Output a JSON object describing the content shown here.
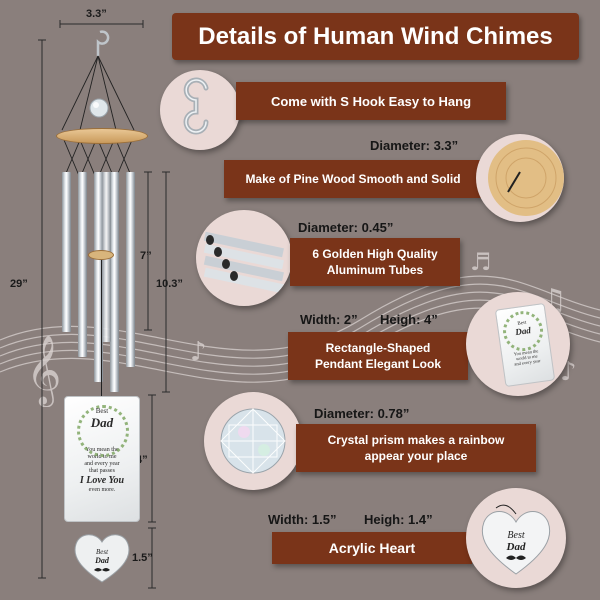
{
  "colors": {
    "background": "#8a7f7c",
    "banner": "#7a3419",
    "circle": "#ead9d6"
  },
  "header": {
    "title": "Details of Human Wind Chimes"
  },
  "dimensions": {
    "top_width": "3.3”",
    "total_length": "29”",
    "short_tube": "7”",
    "long_tube": "10.3”",
    "pendant_height": "4”",
    "heart_height": "1.5”"
  },
  "features": [
    {
      "text": "Come with S Hook Easy to Hang",
      "icon": "s-hook-icon"
    },
    {
      "spec": "Diameter: 3.3”",
      "text": "Make of Pine Wood Smooth and Solid",
      "icon": "pine-wood-disc"
    },
    {
      "spec": "Diameter: 0.45”",
      "text_line1": "6 Golden High Quality",
      "text_line2": "Aluminum Tubes",
      "icon": "aluminum-tubes"
    },
    {
      "spec_width": "Width: 2”",
      "spec_height": "Heigh: 4”",
      "text_line1": "Rectangle-Shaped",
      "text_line2": "Pendant Elegant Look",
      "icon": "rectangle-pendant"
    },
    {
      "spec": "Diameter: 0.78”",
      "text_line1": "Crystal prism makes a rainbow",
      "text_line2": "appear your place",
      "icon": "crystal-prism"
    },
    {
      "spec_width": "Width: 1.5”",
      "spec_height": "Heigh: 1.4”",
      "text": "Acrylic Heart",
      "icon": "acrylic-heart"
    }
  ],
  "pendant": {
    "best": "Best",
    "dad": "Dad",
    "message_line1": "You mean the",
    "message_line2": "world to me",
    "message_line3": "and every year",
    "message_line4": "that passes",
    "love_line": "I Love You",
    "message_line5": "even more."
  },
  "pendant_zoom": {
    "best": "Best",
    "dad": "Dad",
    "line1": "You mean the",
    "line2": "world to me",
    "line3": "and every year"
  },
  "heart": {
    "best": "Best",
    "dad": "Dad"
  }
}
